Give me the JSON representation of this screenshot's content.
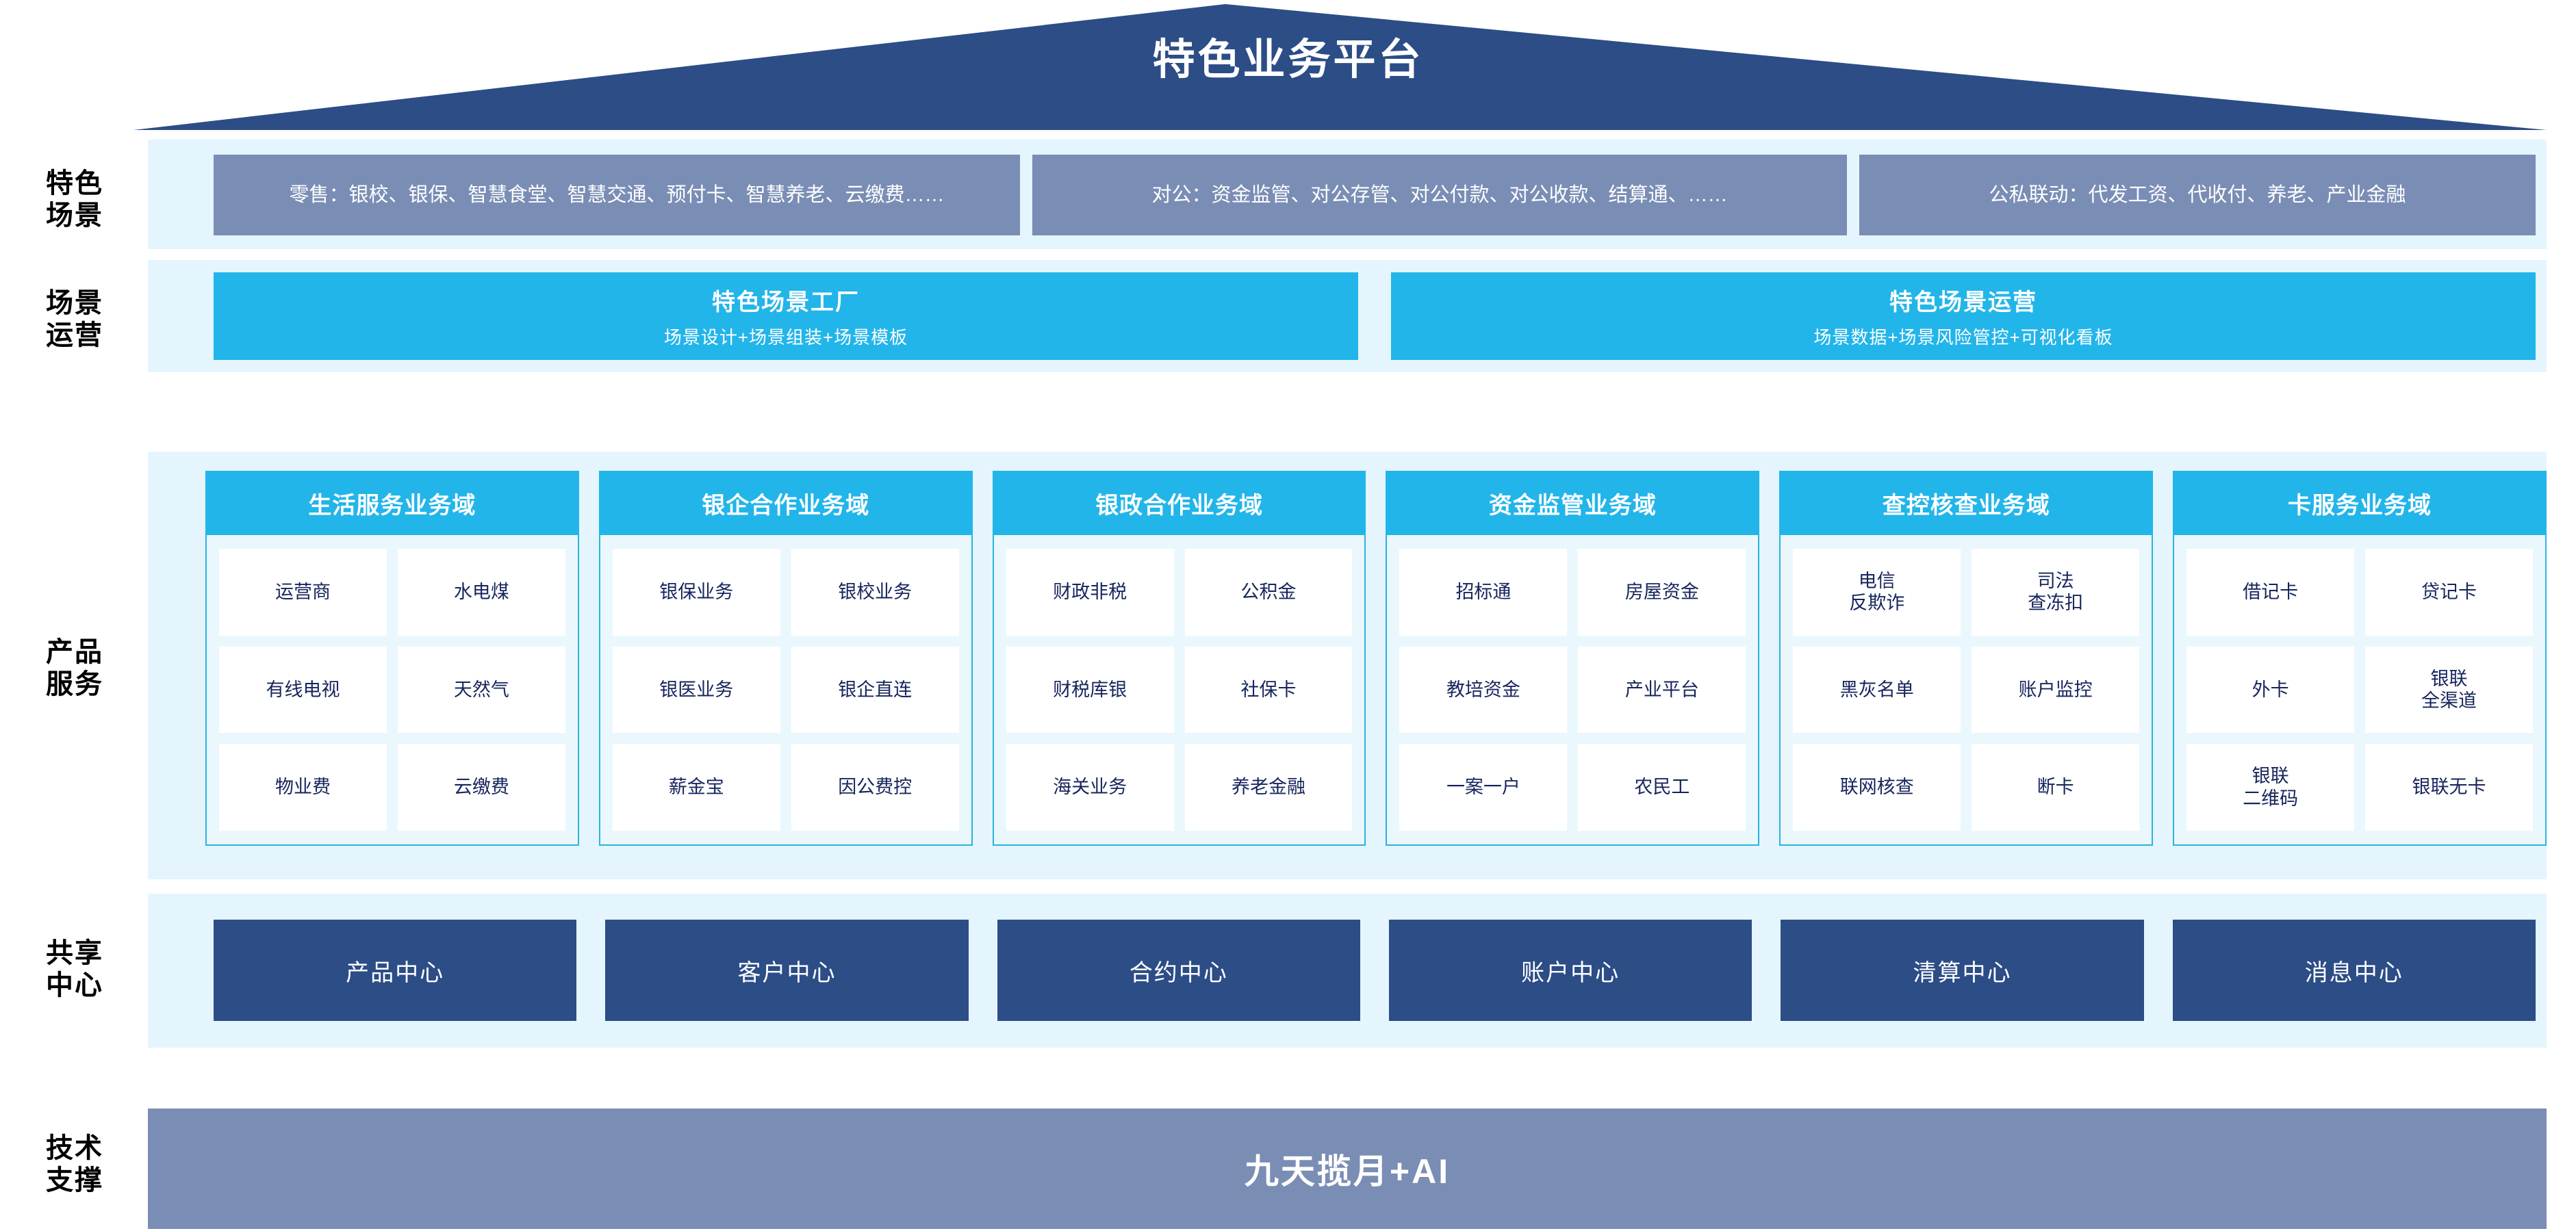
{
  "header": {
    "title": "特色业务平台",
    "roof_color": "#2c4d86"
  },
  "row_labels": {
    "scenario_l1": "特色",
    "scenario_l2": "场景",
    "operations_l1": "场景",
    "operations_l2": "运营",
    "products_l1": "产品",
    "products_l2": "服务",
    "centers_l1": "共享",
    "centers_l2": "中心",
    "tech_l1": "技术",
    "tech_l2": "支撑"
  },
  "scenario_row": {
    "boxes": [
      {
        "text": "零售：银校、银保、智慧食堂、智慧交通、预付卡、智慧养老、云缴费……"
      },
      {
        "text": "对公：资金监管、对公存管、对公付款、对公收款、结算通、……"
      },
      {
        "text": "公私联动：代发工资、代收付、养老、产业金融"
      }
    ],
    "box_color": "#7a8db5"
  },
  "operations_row": {
    "boxes": [
      {
        "title": "特色场景工厂",
        "subtitle": "场景设计+场景组装+场景模板"
      },
      {
        "title": "特色场景运营",
        "subtitle": "场景数据+场景风险管控+可视化看板"
      }
    ],
    "box_color": "#22b5ea"
  },
  "products_row": {
    "header_color": "#22b5ea",
    "columns": [
      {
        "title": "生活服务业务域",
        "cells": [
          "运营商",
          "水电煤",
          "有线电视",
          "天然气",
          "物业费",
          "云缴费"
        ]
      },
      {
        "title": "银企合作业务域",
        "cells": [
          "银保业务",
          "银校业务",
          "银医业务",
          "银企直连",
          "薪金宝",
          "因公费控"
        ]
      },
      {
        "title": "银政合作业务域",
        "cells": [
          "财政非税",
          "公积金",
          "财税库银",
          "社保卡",
          "海关业务",
          "养老金融"
        ]
      },
      {
        "title": "资金监管业务域",
        "cells": [
          "招标通",
          "房屋资金",
          "教培资金",
          "产业平台",
          "一案一户",
          "农民工"
        ]
      },
      {
        "title": "查控核查业务域",
        "cells": [
          "电信\n反欺诈",
          "司法\n查冻扣",
          "黑灰名单",
          "账户监控",
          "联网核查",
          "断卡"
        ]
      },
      {
        "title": "卡服务业务域",
        "cells": [
          "借记卡",
          "贷记卡",
          "外卡",
          "银联\n全渠道",
          "银联\n二维码",
          "银联无卡"
        ]
      }
    ]
  },
  "centers_row": {
    "box_color": "#2c4d86",
    "boxes": [
      "产品中心",
      "客户中心",
      "合约中心",
      "账户中心",
      "清算中心",
      "消息中心"
    ]
  },
  "tech_row": {
    "label": "九天揽月+AI",
    "bar_color": "#7a8db5"
  }
}
